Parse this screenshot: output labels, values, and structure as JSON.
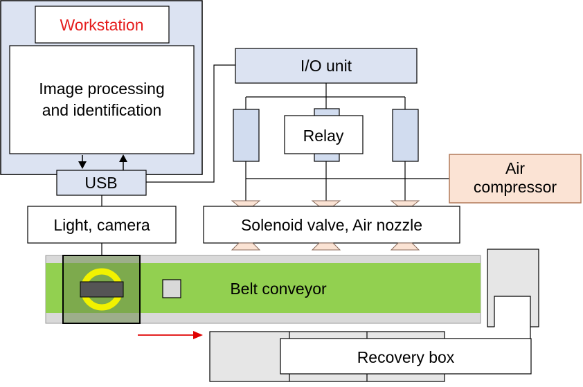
{
  "diagram": {
    "workstation": {
      "title": "Workstation",
      "processing_line1": "Image processing",
      "processing_line2": "and identification"
    },
    "usb": {
      "label": "USB"
    },
    "io_unit": {
      "label": "I/O unit"
    },
    "relay": {
      "label": "Relay"
    },
    "air_compressor": {
      "line1": "Air",
      "line2": "compressor"
    },
    "camera": {
      "label": "Light, camera"
    },
    "solenoid": {
      "label": "Solenoid valve, Air nozzle"
    },
    "conveyor": {
      "label": "Belt conveyor"
    },
    "recovery": {
      "label": "Recovery box"
    }
  },
  "colors": {
    "box_blue": "#dce3f2",
    "relay_blue": "#d1dcef",
    "compressor_fill": "#fbe3d4",
    "compressor_stroke": "#b27a5a",
    "workstation_title": "#e51c1c",
    "belt_green": "#92d050",
    "belt_gray": "#d9d9d9",
    "target_yellow": "#f2f200",
    "arrow_red": "#e00000",
    "line": "#000000"
  }
}
